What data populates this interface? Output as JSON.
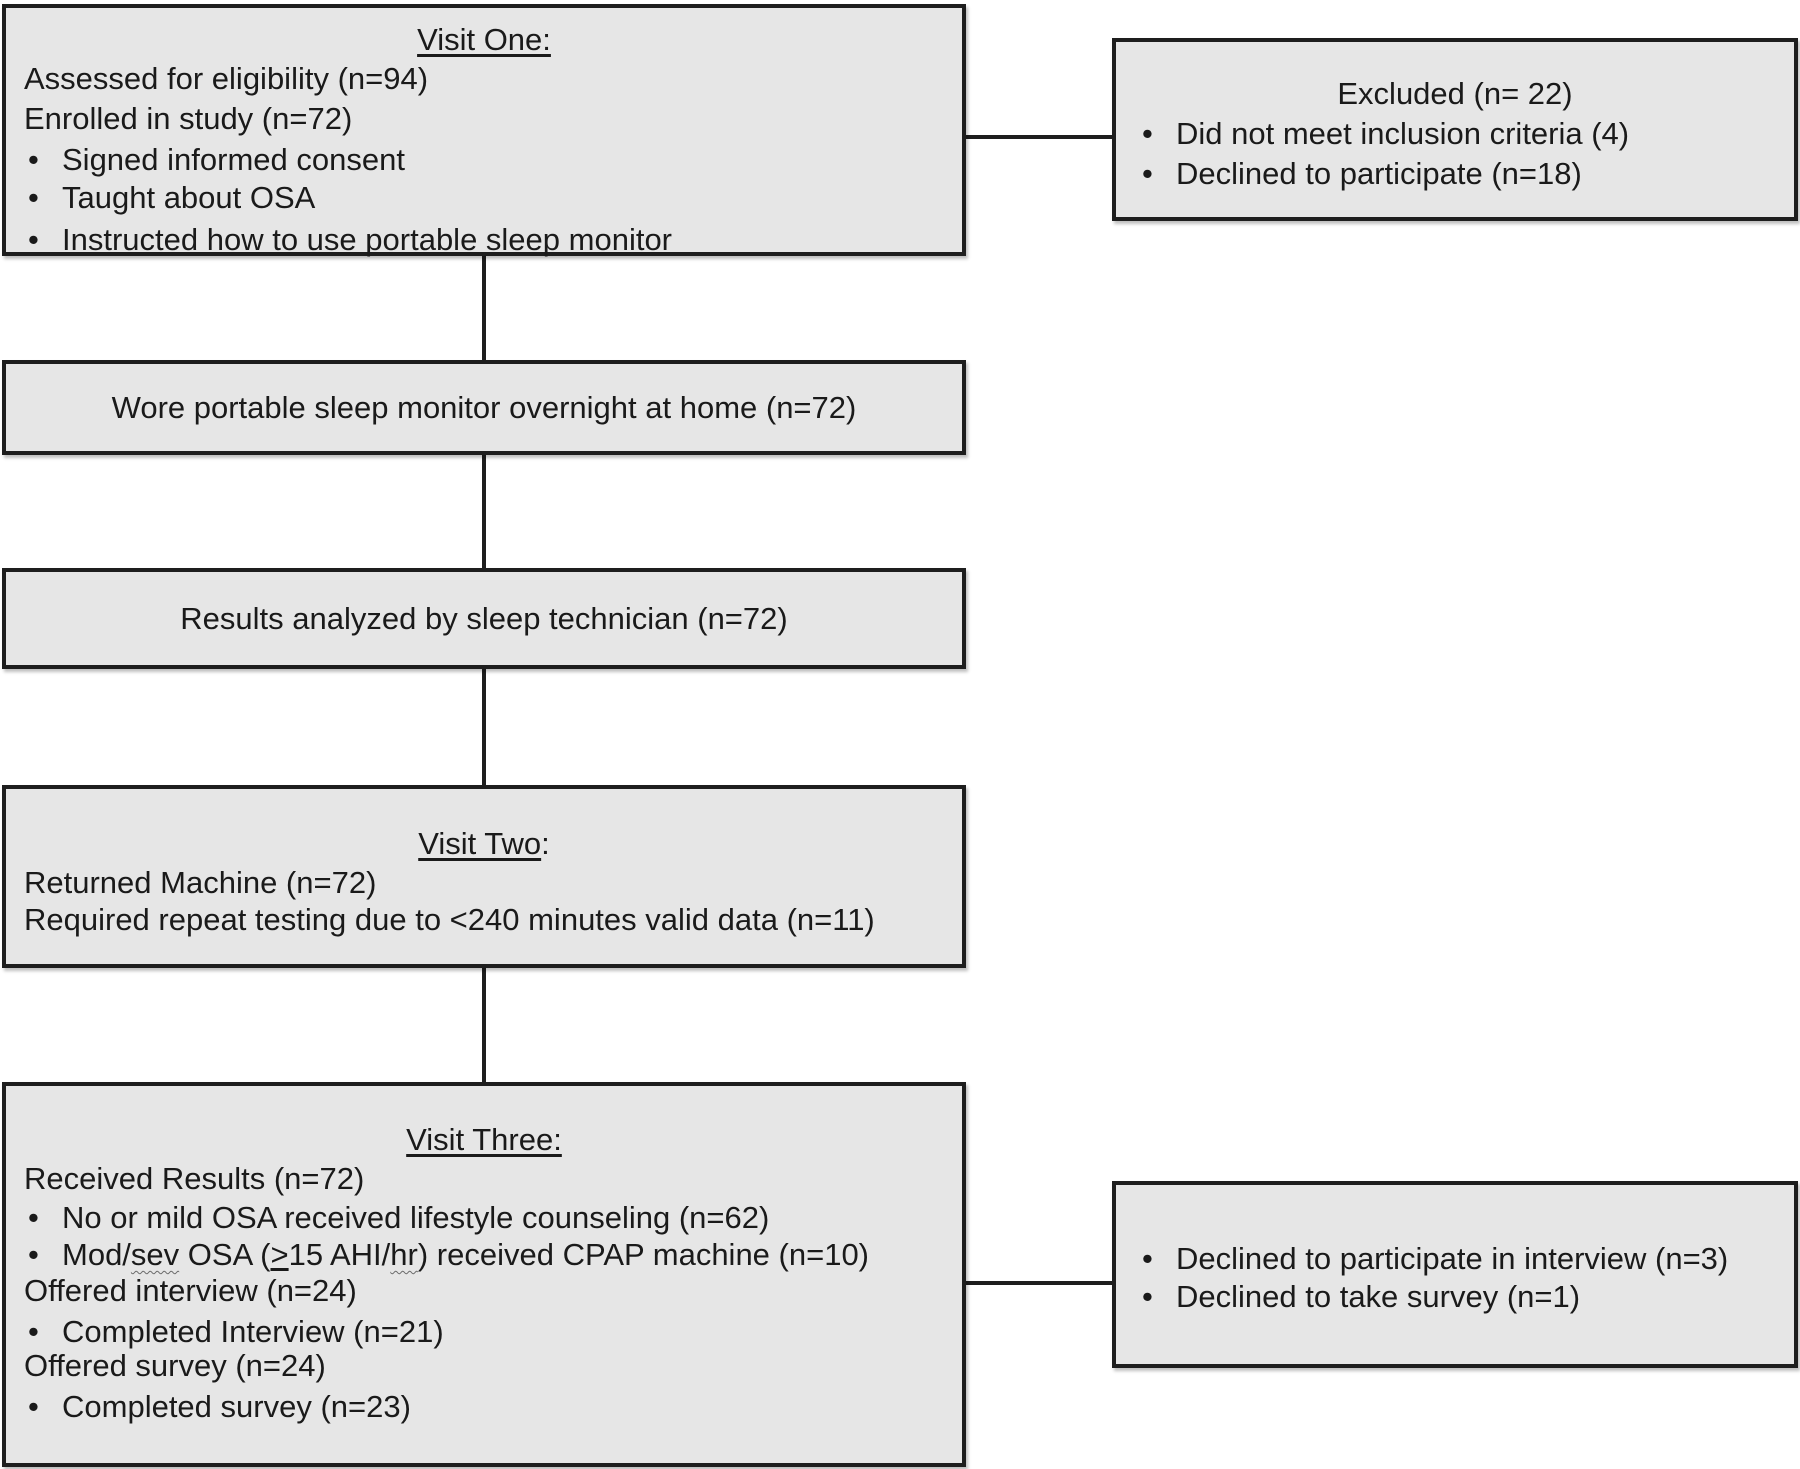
{
  "visit_one": {
    "heading": "Visit One:",
    "assessed": "Assessed for eligibility (n=94)",
    "enrolled": "Enrolled in study (n=72)",
    "bullets": [
      "Signed informed consent",
      "Taught about OSA",
      "Instructed how to use portable sleep monitor"
    ]
  },
  "excluded": {
    "heading": "Excluded (n= 22)",
    "bullets": [
      "Did not meet inclusion criteria (4)",
      "Declined to participate (n=18)"
    ]
  },
  "monitor_step": {
    "text": "Wore portable sleep monitor overnight at home (n=72)"
  },
  "analysis_step": {
    "text": "Results analyzed by sleep technician (n=72)"
  },
  "visit_two": {
    "heading": "Visit Two",
    "heading_colon": ":",
    "returned": "Returned Machine (n=72)",
    "repeat": "Required repeat testing due to <240 minutes valid data (n=11)"
  },
  "visit_three": {
    "heading": "Visit Three:",
    "received": "Received Results (n=72)",
    "bullet_lifestyle": "No or mild OSA received lifestyle counseling (n=62)",
    "bullet_cpap": {
      "part1": "Mod/",
      "part2": "sev",
      "part3": " OSA (",
      "part4": ">",
      "part5": "15 AHI/",
      "part6": "hr",
      "part7": ") received CPAP machine (n=10)"
    },
    "offered_interview": "Offered interview (n=24)",
    "completed_interview": "Completed Interview (n=21)",
    "offered_survey": "Offered survey (n=24)",
    "completed_survey": "Completed survey (n=23)"
  },
  "declined": {
    "bullets": [
      "Declined to participate in interview (n=3)",
      "Declined to take survey (n=1)"
    ]
  }
}
